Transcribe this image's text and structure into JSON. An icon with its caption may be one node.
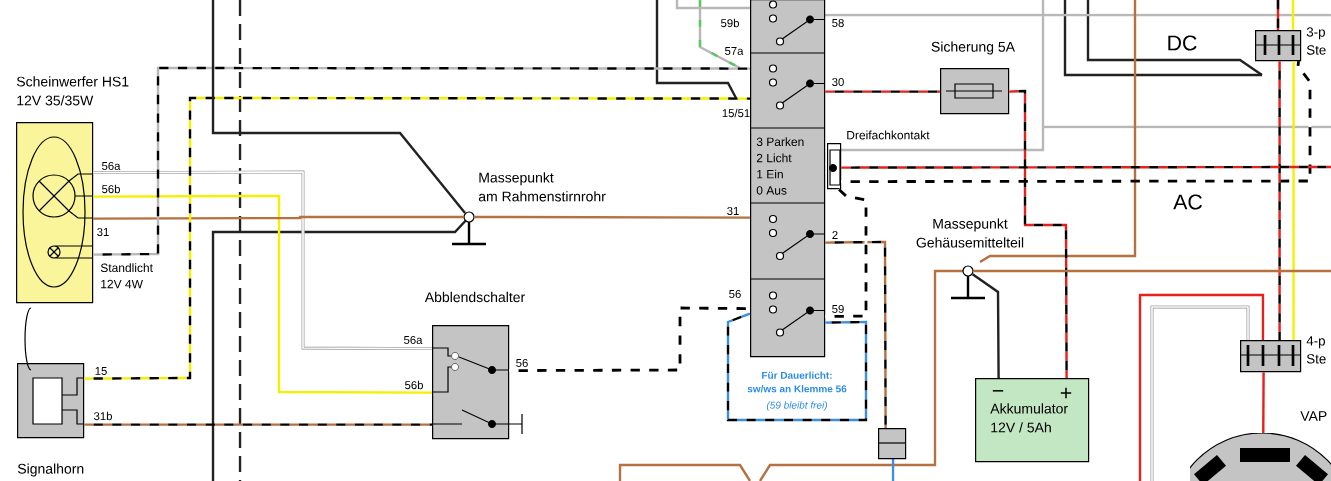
{
  "diagram": {
    "nodes": [
      {
        "text": [
          "Scheinwerfer HS1 12V 35/35W"
        ],
        "beside": [
          "Standlicht 12V 4W"
        ]
      },
      {
        "text": [
          "Signalhorn"
        ]
      },
      {
        "text": [
          "Massepunkt am Rahmenstirnrohr"
        ]
      },
      {
        "text": [
          "Abblendschalter"
        ]
      },
      {
        "text": [
          "3 Parken 2 Licht 1 Ein 0 Aus"
        ]
      },
      {
        "text": [
          "Dreifachkontakt"
        ]
      },
      {
        "text": [
          "Sicherung 5A"
        ]
      },
      {
        "text": [
          "Massepunkt Gehäusemittelteil"
        ]
      },
      {
        "text": [
          "Akkumulator 12V / 5Ah"
        ]
      },
      {
        "text": [
          "3-p Ste"
        ]
      },
      {
        "text": [
          "4-p Ste"
        ]
      },
      {
        "text": [],
        "shape": "box"
      },
      {
        "text": [
          "VAP"
        ]
      }
    ],
    "edges": [
      {
        "from": 0,
        "to": 3,
        "arrow": "none",
        "color": "#ffffff"
      },
      {
        "from": 0,
        "to": 3,
        "arrow": "none",
        "color": "#f5f000"
      },
      {
        "from": 0,
        "to": 2,
        "arrow": "none",
        "color": "#b5713f"
      },
      {
        "from": 2,
        "to": 4,
        "arrow": "none",
        "color": "#b5713f"
      },
      {
        "from": 0,
        "to": 4,
        "arrow": "none",
        "style": "dashed",
        "color": "#b8b8b8"
      },
      {
        "from": 1,
        "to": 4,
        "arrow": "none",
        "style": "dashed",
        "color": "#f5f000"
      },
      {
        "from": 1,
        "to": 3,
        "arrow": "none",
        "style": "dashed",
        "color": "#b5713f"
      },
      {
        "from": 3,
        "to": 4,
        "arrow": "none",
        "style": "dashed",
        "color": "#ffffff"
      },
      {
        "from": 4,
        "to": 6,
        "arrow": "none",
        "style": "dashed",
        "color": "#e8201c"
      },
      {
        "from": 6,
        "to": 8,
        "arrow": "none",
        "style": "dashed",
        "color": "#e8201c"
      },
      {
        "from": 8,
        "to": 7,
        "arrow": "none",
        "color": "#222222"
      },
      {
        "from": 4,
        "to": 11,
        "arrow": "none",
        "style": "dashed",
        "color": "#b5713f"
      },
      {
        "from": 4,
        "to": 4,
        "arrow": "none",
        "style": "dashed",
        "color": "#3b8fe0"
      },
      {
        "from": 4,
        "to": 5,
        "arrow": "none",
        "style": "dashed",
        "color": "#ffffff"
      },
      {
        "from": 5,
        "to": 9,
        "arrow": "none",
        "style": "dashed",
        "color": "#ffffff"
      },
      {
        "from": 9,
        "to": 10,
        "arrow": "none",
        "color": "#f5f000"
      },
      {
        "from": 9,
        "to": 10,
        "arrow": "none",
        "style": "dashed",
        "color": "#e8201c"
      },
      {
        "from": 10,
        "to": 12,
        "arrow": "none",
        "color": "#e8201c"
      },
      {
        "from": 5,
        "to": null,
        "arrow": "none",
        "style": "dashed",
        "color": "#e8201c"
      },
      {
        "from": 7,
        "to": null,
        "arrow": "none",
        "color": "#b5713f"
      },
      {
        "from": 2,
        "to": null,
        "arrow": "none",
        "color": "#222222"
      }
    ],
    "labels": [
      "56a",
      "56b",
      "31",
      "15",
      "31b",
      "56a",
      "56b",
      "56",
      "59b",
      "58",
      "57a",
      "30",
      "15/51",
      "31",
      "2",
      "56",
      "59",
      "DC",
      "AC",
      "−",
      "+",
      "Für Dauerlicht: sw/ws an Klemme 56",
      "(59 bleibt frei)"
    ]
  }
}
